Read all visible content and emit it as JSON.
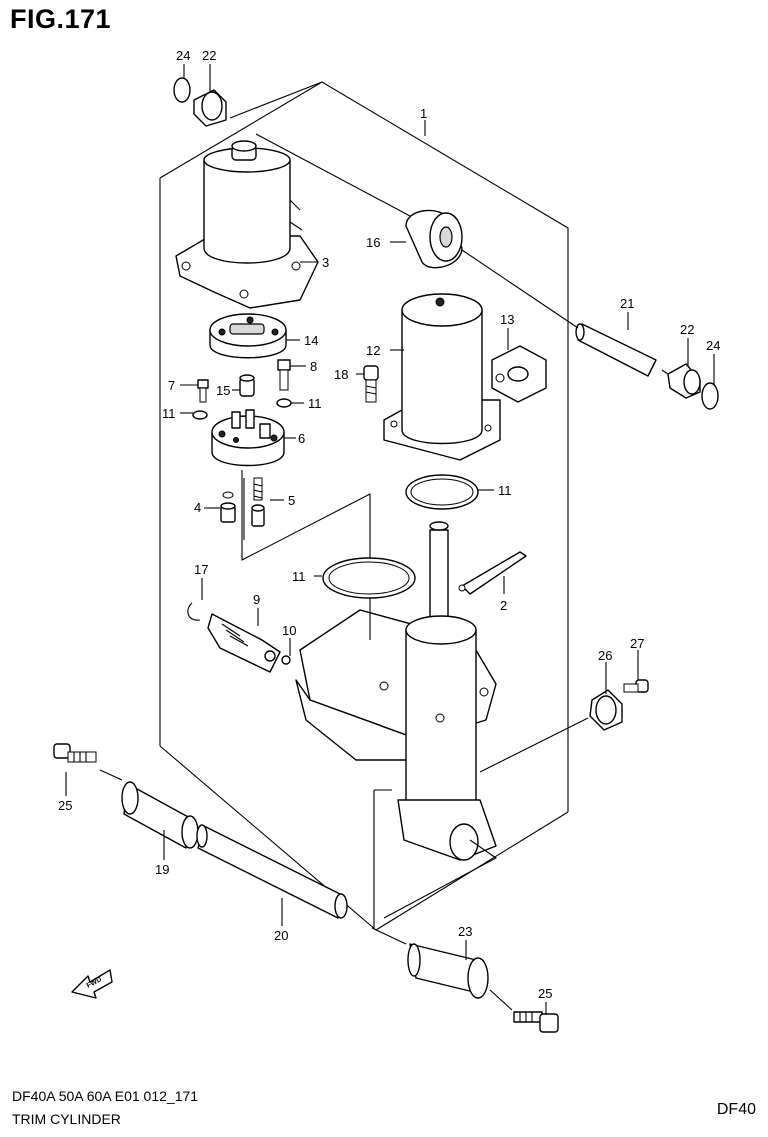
{
  "figure": {
    "title": "FIG.171",
    "footer_line1": "DF40A 50A 60A E01 012_171",
    "footer_line2": "TRIM CYLINDER",
    "model_code": "DF40",
    "fwd_label": "FWD"
  },
  "callouts": {
    "c1": "1",
    "c2": "2",
    "c3": "3",
    "c4": "4",
    "c5": "5",
    "c6": "6",
    "c7": "7",
    "c8": "8",
    "c9": "9",
    "c10": "10",
    "c11a": "11",
    "c11b": "11",
    "c11c": "11",
    "c11d": "11",
    "c12": "12",
    "c13": "13",
    "c14": "14",
    "c15": "15",
    "c16": "16",
    "c17": "17",
    "c18": "18",
    "c19": "19",
    "c20": "20",
    "c21": "21",
    "c22a": "22",
    "c22b": "22",
    "c23": "23",
    "c24a": "24",
    "c24b": "24",
    "c25a": "25",
    "c25b": "25",
    "c26": "26",
    "c27": "27"
  }
}
